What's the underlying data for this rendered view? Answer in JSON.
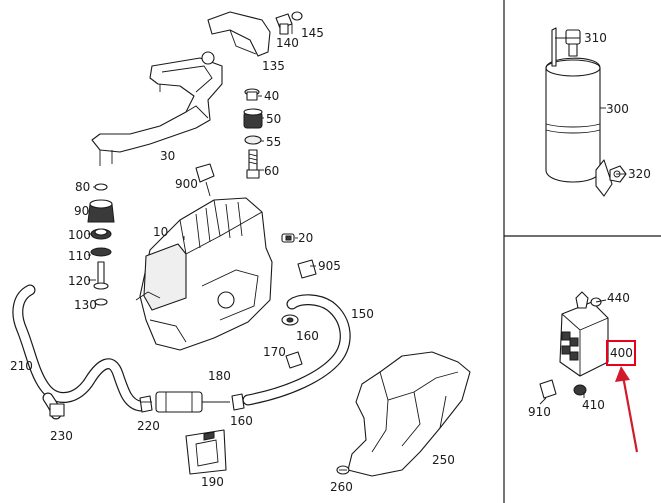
{
  "labels": {
    "p10": "10",
    "p20": "20",
    "p30": "30",
    "p40": "40",
    "p50": "50",
    "p55": "55",
    "p60": "60",
    "p80": "80",
    "p90": "90",
    "p100": "100",
    "p110": "110",
    "p120": "120",
    "p130": "130",
    "p135": "135",
    "p140": "140",
    "p145": "145",
    "p150": "150",
    "p160a": "160",
    "p160b": "160",
    "p170": "170",
    "p180": "180",
    "p190": "190",
    "p210": "210",
    "p220": "220",
    "p230": "230",
    "p250": "250",
    "p260": "260",
    "p300": "300",
    "p310": "310",
    "p320": "320",
    "p400": "400",
    "p410": "410",
    "p440": "440",
    "p900": "900",
    "p905": "905",
    "p910": "910"
  },
  "highlight": {
    "part": "400",
    "box_color": "#e8001c",
    "arrow_color": "#d11a2a"
  }
}
